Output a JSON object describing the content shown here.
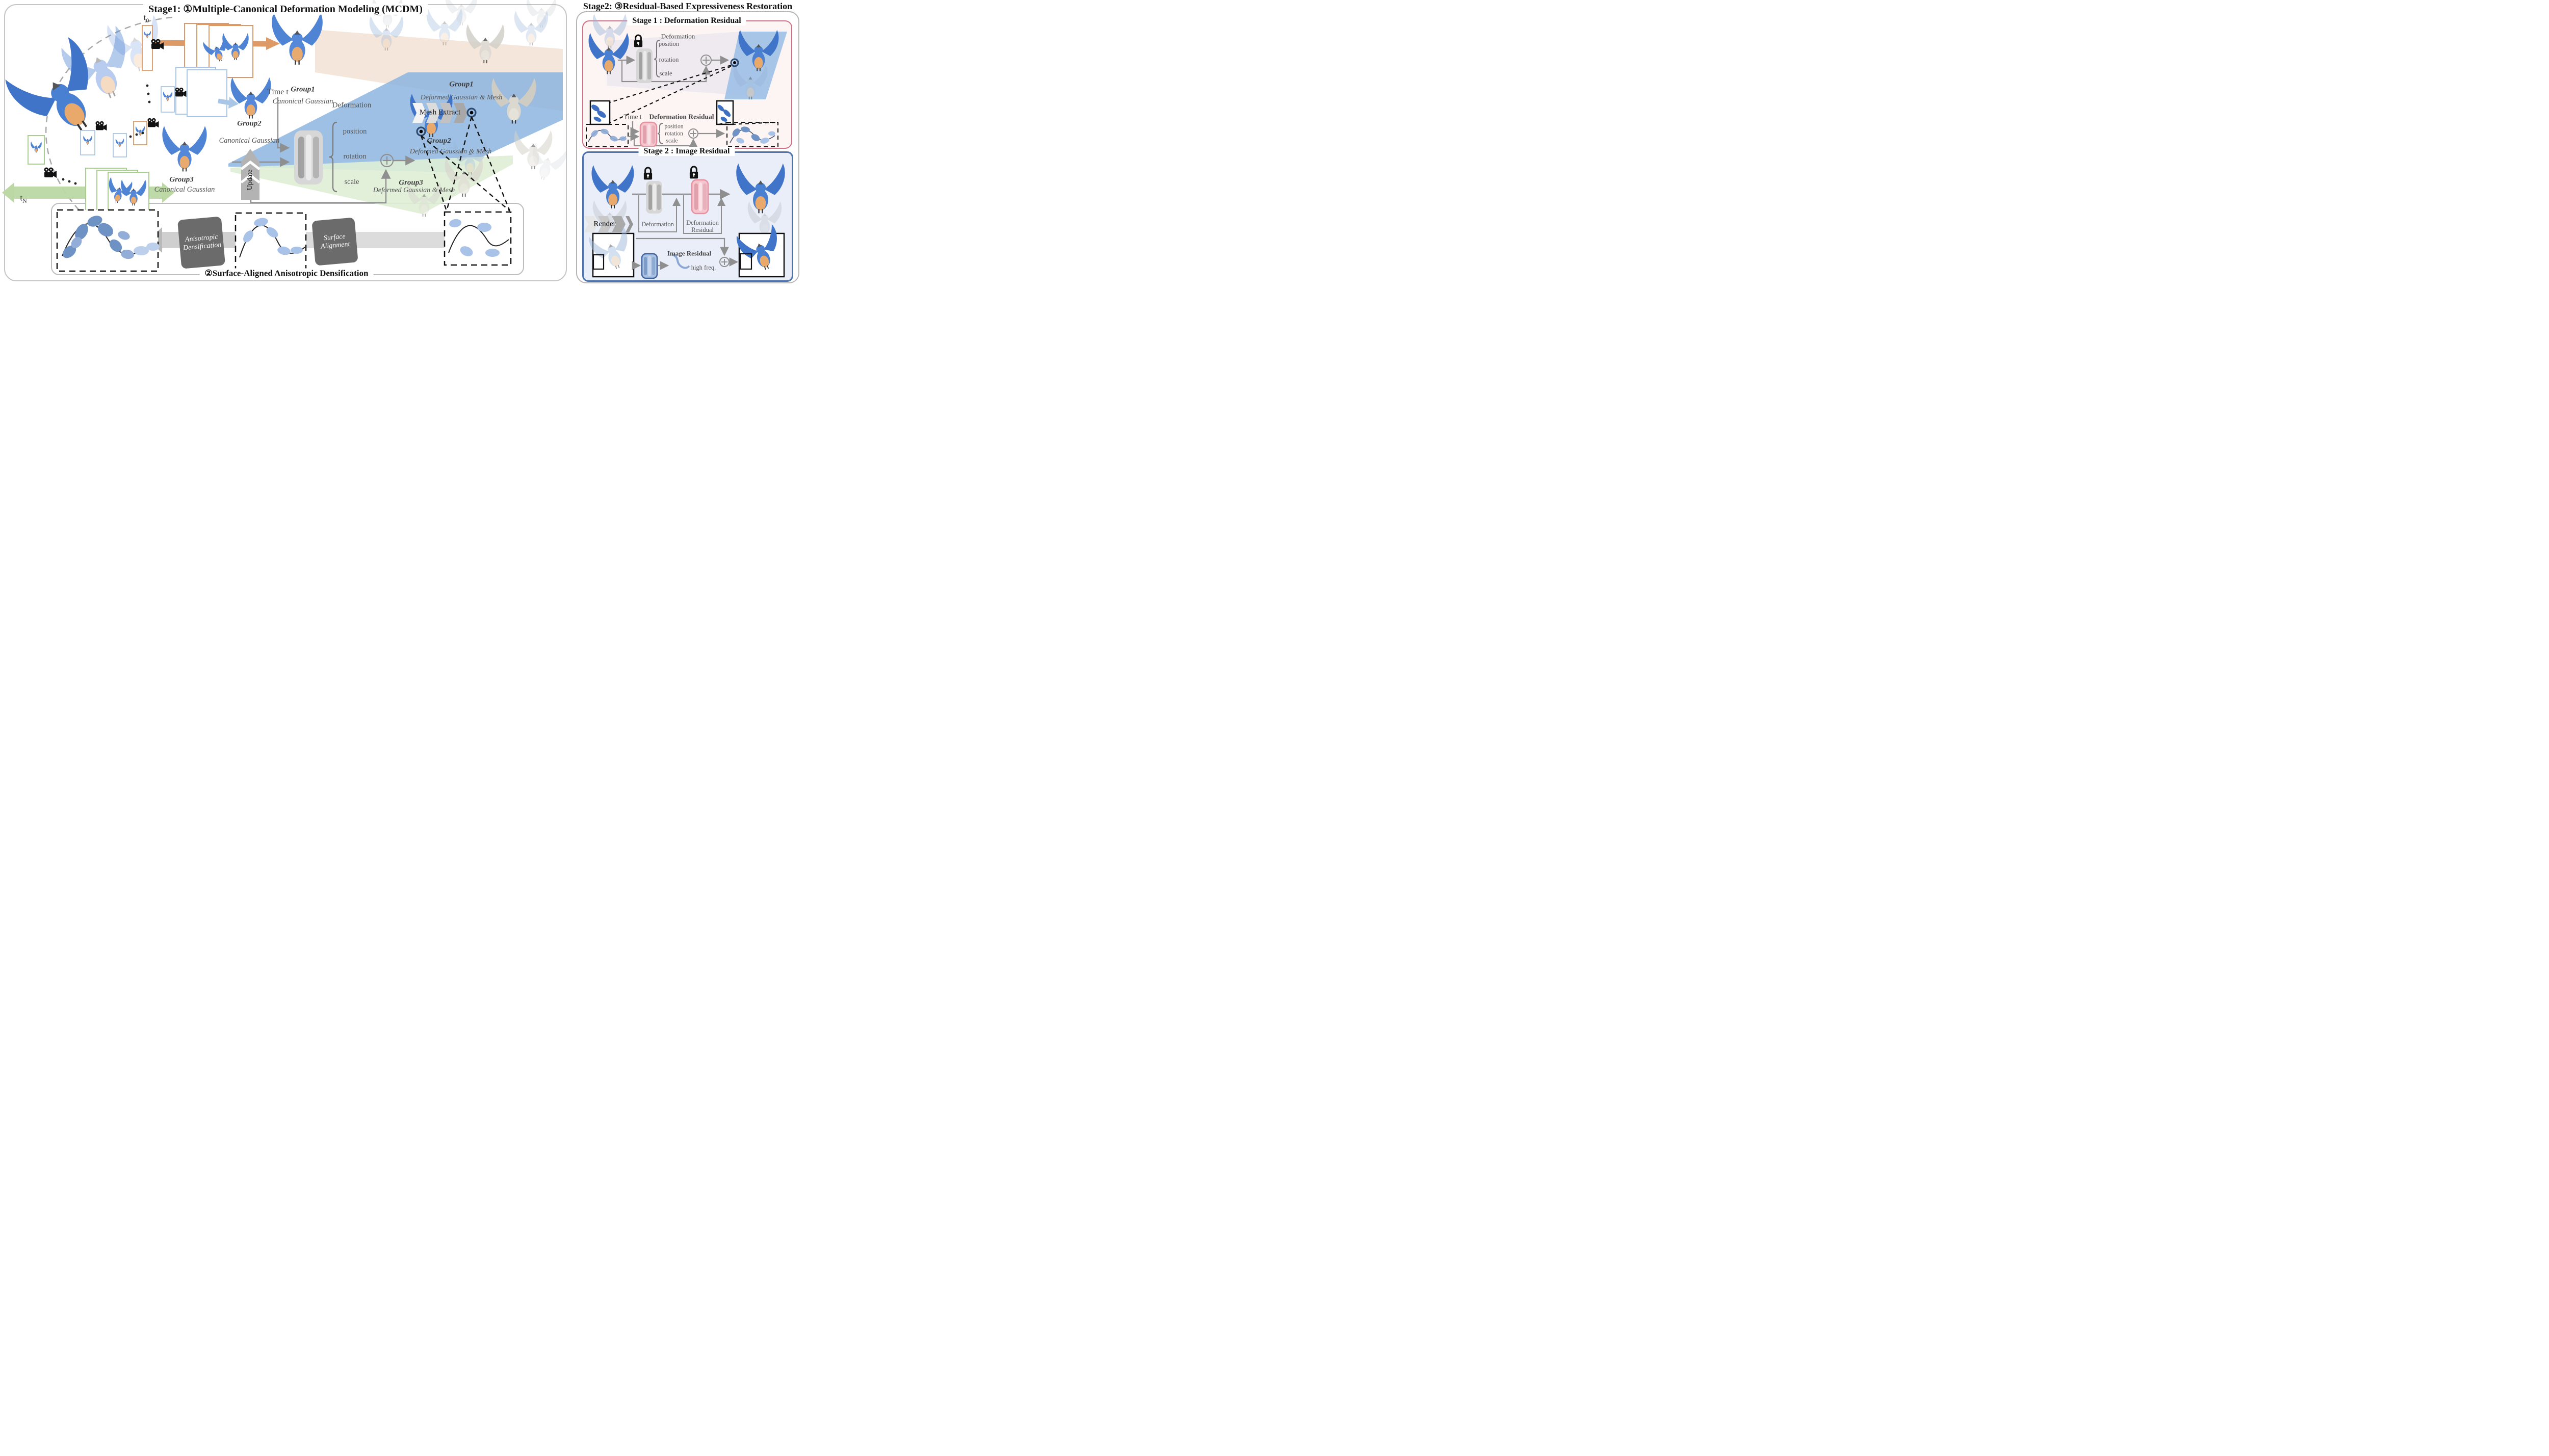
{
  "stage1": {
    "title": "Stage1: ①Multiple-Canonical Deformation Modeling (MCDM)",
    "timeline": {
      "start_base": "t",
      "start_sub": "0",
      "end_base": "t",
      "end_sub": "N"
    },
    "groups": [
      {
        "name": "Group1",
        "type": "Canonical Gaussian"
      },
      {
        "name": "Group2",
        "type": "Canonical Gaussian"
      },
      {
        "name": "Group3",
        "type": "Canonical Gaussian"
      }
    ],
    "deformation": {
      "time_label": "Time t",
      "module_label": "Deformation",
      "outputs": [
        "position",
        "rotation",
        "scale"
      ]
    },
    "update_label": "Update",
    "mesh_extract_label": "Mesh Extract",
    "deformed_groups": [
      {
        "name": "Group1",
        "type": "Deformed Gaussian & Mesh"
      },
      {
        "name": "Group2",
        "type": "Deformed Gaussian & Mesh"
      },
      {
        "name": "Group3",
        "type": "Deformed Gaussian & Mesh"
      }
    ],
    "densification": {
      "panel_title": "②Surface-Aligned Anisotropic Densification",
      "densify_module": "Anisotropic Densification",
      "align_module": "Surface Alignment"
    }
  },
  "stage2": {
    "title": "Stage2: ③Residual-Based Expressiveness Restoration",
    "deform_residual": {
      "title": "Stage 1 : Deformation Residual",
      "deformation_label": "Deformation",
      "deformation_outputs": [
        "position",
        "rotation",
        "scale"
      ],
      "time_label": "Time t",
      "residual_label": "Deformation Residual",
      "residual_outputs": [
        "position",
        "rotation",
        "scale"
      ]
    },
    "image_residual": {
      "title": "Stage 2 : Image Residual",
      "render_label": "Render",
      "deformation_label": "Deformation",
      "residual_label": "Deformation Residual",
      "image_residual_label": "Image Residual",
      "high_freq_label": "high freq."
    }
  },
  "colors": {
    "group1_accent": "#dd9a66",
    "group2_accent": "#a9c6e6",
    "group3_accent": "#a9cf8e",
    "peach_band": "#f3e5d8",
    "blue_band": "#88b2de",
    "green_band": "#dfeed6",
    "pink_panel_border": "#cf7186",
    "blue_panel_border": "#4f74ad",
    "module_gray": "#d7d7d7",
    "module_pink": "#f6c6ce",
    "module_blue": "#a9c2e4",
    "dark_box": "#6b6b6b",
    "gaussian_ellipse": "#a9c2e8"
  }
}
